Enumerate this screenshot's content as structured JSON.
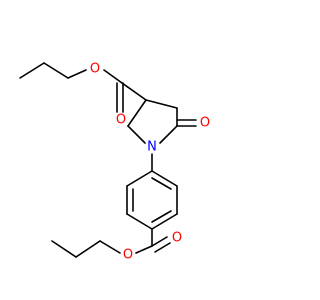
{
  "atoms": {
    "o_ester_top_ether": {
      "symbol": "O",
      "color": "#ff0000"
    },
    "o_ester_top_carbonyl": {
      "symbol": "O",
      "color": "#ff0000"
    },
    "o_lactam": {
      "symbol": "O",
      "color": "#ff0000"
    },
    "n_ring": {
      "symbol": "N",
      "color": "#0000ff"
    },
    "o_ester_bottom_carbonyl": {
      "symbol": "O",
      "color": "#ff0000"
    },
    "o_ester_bottom_ether": {
      "symbol": "O",
      "color": "#ff0000"
    }
  },
  "colors": {
    "bond": "#000000",
    "oxygen": "#ff0000",
    "nitrogen": "#0000ff",
    "background": "#ffffff"
  }
}
